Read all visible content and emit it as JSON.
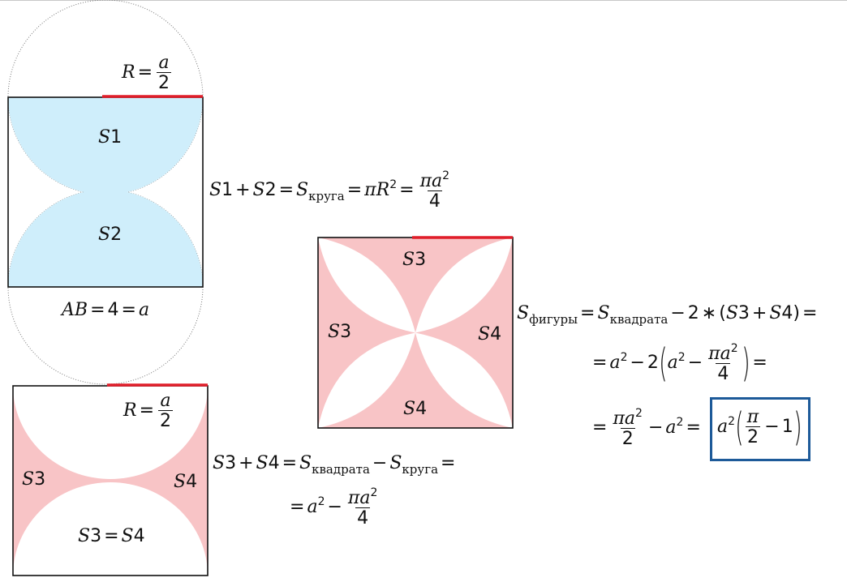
{
  "colors": {
    "semicircle_fill": "#cfeefb",
    "corner_fill": "#f8c4c6",
    "radius_line": "#e01e2a",
    "answer_box": "#1d5a99",
    "outline": "#111111",
    "dotted_circle": "#777777"
  },
  "labels": {
    "s1": "1",
    "s2": "2",
    "s3": "3",
    "s4": "4",
    "S": "S",
    "ab_lhs": "AB",
    "ab_mid": "4",
    "ab_rhs": "a",
    "r": "R",
    "a": "a",
    "two": "2",
    "four": "4",
    "one": "1",
    "pi": "π",
    "eq": "=",
    "plus": "+",
    "minus": "−",
    "star": "∗",
    "times": "2",
    "lparen": "(",
    "rparen": ")",
    "sub_circle": "круга",
    "sub_square": "квадрата",
    "sub_figure": "фигуры"
  }
}
